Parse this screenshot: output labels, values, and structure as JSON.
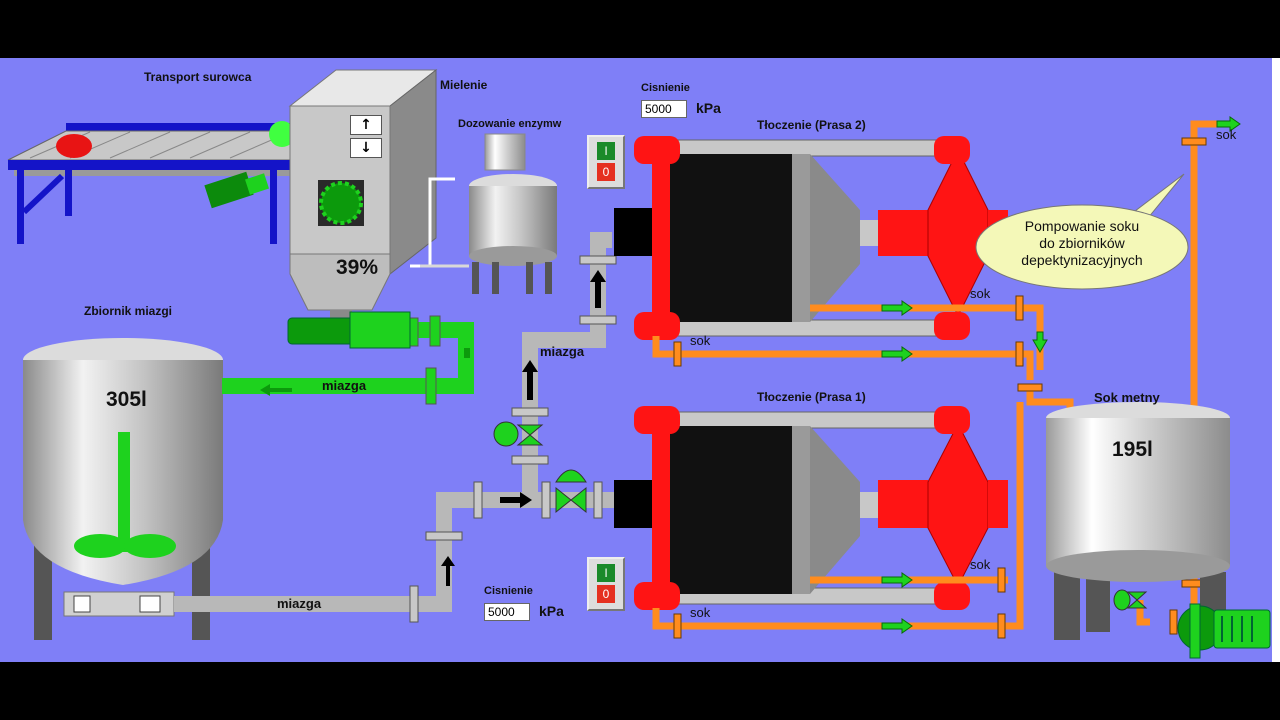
{
  "labels": {
    "transport": "Transport surowca",
    "mielenie": "Mielenie",
    "dozowanie": "Dozowanie enzymw",
    "zbiornik_miazgi": "Zbiornik miazgi",
    "tloczenie_2": "Tłoczenie (Prasa 2)",
    "tloczenie_1": "Tłoczenie (Prasa 1)",
    "sok_metny": "Sok metny"
  },
  "mill": {
    "level_text": "39%",
    "up_label": "↑",
    "down_label": "↓"
  },
  "tank_miazga": {
    "volume_text": "305l"
  },
  "tank_sok": {
    "volume_text": "195l"
  },
  "pressure_top": {
    "label": "Cisnienie",
    "value": "5000",
    "unit": "kPa"
  },
  "pressure_bottom": {
    "label": "Cisnienie",
    "value": "5000",
    "unit": "kPa"
  },
  "switch": {
    "on_label": "I",
    "off_label": "0"
  },
  "flows": {
    "miazga_1": "miazga",
    "miazga_2": "miazga",
    "miazga_3": "miazga",
    "sok": "sok"
  },
  "callout": {
    "line1": "Pompowanie soku",
    "line2": "do zbiorników",
    "line3": "depektynizacyjnych"
  },
  "colors": {
    "background": "#7f7ff7",
    "pipe_grey": "#b8b8b8",
    "pipe_green": "#1ed21e",
    "pipe_orange": "#ff8c1e",
    "press_red": "#ff1414",
    "conveyor_blue": "#1414c8"
  }
}
